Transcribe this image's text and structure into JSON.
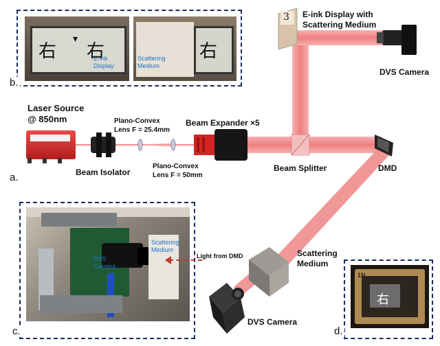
{
  "labels": {
    "eink_display_scattering": [
      "E-ink Display with",
      "Scattering Medium"
    ],
    "dvs_camera_top": "DVS Camera",
    "laser_source": [
      "Laser Source",
      "@ 850nm"
    ],
    "plano_convex_1": [
      "Plano-Convex",
      "Lens F = 25.4mm"
    ],
    "beam_expander": "Beam Expander ×5",
    "beam_isolator": "Beam Isolator",
    "plano_convex_2": [
      "Plano-Convex",
      "Lens F = 50mm"
    ],
    "beam_splitter": "Beam Splitter",
    "dmd": "DMD",
    "scattering_medium": [
      "Scattering",
      "Medium"
    ],
    "dvs_camera_bottom": "DVS Camera",
    "mount_digit": "3"
  },
  "panel_b": {
    "letter": "b.",
    "photo1_text": [
      "E-ink",
      "Display"
    ],
    "photo2_text": [
      "Scattering",
      "Medium"
    ]
  },
  "panel_a": {
    "letter": "a."
  },
  "panel_c": {
    "letter": "c.",
    "dvs_camera": [
      "DVS",
      "Camera"
    ],
    "scattering_medium": [
      "Scattering",
      "Medium"
    ],
    "light_from_dmd": "Light from DMD"
  },
  "panel_d": {
    "letter": "d.",
    "chip_marking": "1N"
  },
  "colors": {
    "beam": "#f08a8a",
    "frame": "#1a2a5e",
    "label_blue": "#1f73c8",
    "laser_red": "#d62828",
    "arrow_red": "#c0392b"
  }
}
